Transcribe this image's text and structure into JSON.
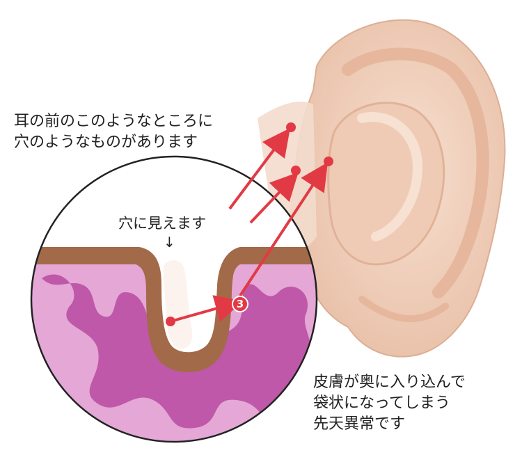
{
  "caption_top": {
    "line1": "耳の前のこのようなところに",
    "line2": "穴のようなものがあります"
  },
  "label_hole": "穴に見えます",
  "label_arrow": "↓",
  "badge_number": "3",
  "caption_bottom": {
    "line1": "皮膚が奥に入り込んで",
    "line2": "袋状になってしまう",
    "line3": "先天異常です"
  },
  "colors": {
    "skin": "#f4d8c6",
    "skin_shadow": "#e7bca4",
    "skin_layer": "#a26a48",
    "tissue": "#b94aa0",
    "tissue_light": "#e4a7d6",
    "accent": "#e23a44"
  }
}
